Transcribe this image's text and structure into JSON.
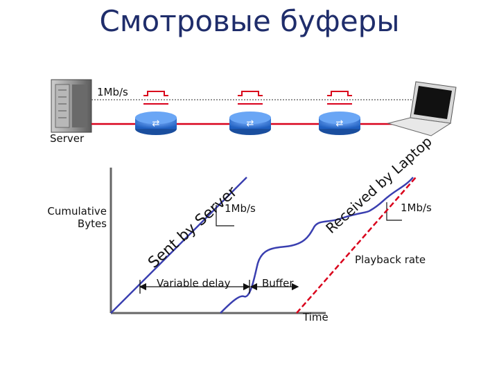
{
  "title": "Смотровые буферы",
  "network": {
    "link_rate": "1Mb/s",
    "server_label": "Server"
  },
  "graph": {
    "y_label_line1": "Cumulative",
    "y_label_line2": "Bytes",
    "x_label": "Time",
    "sent_label": "Sent by Server",
    "received_label": "Received by Laptop",
    "rate_left": "1Mb/s",
    "rate_right": "1Mb/s",
    "playback_label": "Playback rate",
    "variable_delay_label": "Variable delay",
    "buffer_label": "Buffer"
  },
  "colors": {
    "title": "#1f2d6b",
    "link": "#d9001b",
    "router": "#2a6fd1",
    "sent_line": "#3a3fb0",
    "playback_line": "#d9001b"
  }
}
